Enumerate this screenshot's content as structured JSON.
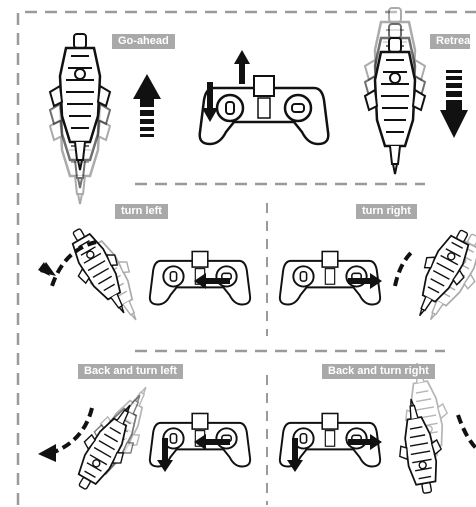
{
  "labels": {
    "go_ahead": "Go-ahead",
    "retreat": "Retrea",
    "turn_left": "turn left",
    "turn_right": "turn right",
    "back_turn_left": "Back and turn left",
    "back_turn_right": "Back and turn right"
  },
  "colors": {
    "label_bg": "#a9a9a9",
    "dash": "#9a9a9a",
    "ink": "#111111",
    "ghost": "#c8c8c8"
  },
  "icons": [
    "robot-dinosaur-icon",
    "remote-controller-icon",
    "direction-arrow-icon",
    "curved-arrow-icon"
  ]
}
